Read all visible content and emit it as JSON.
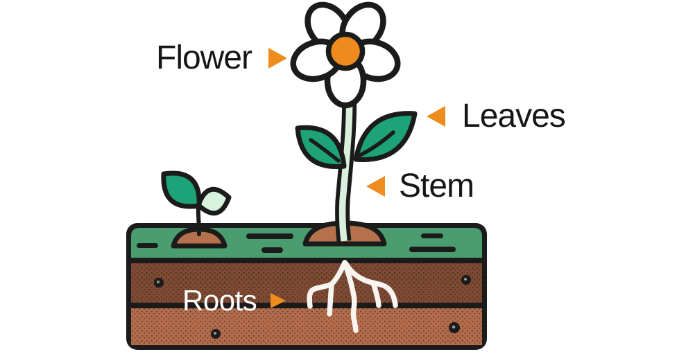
{
  "diagram": {
    "labels": {
      "flower": "Flower",
      "leaves": "Leaves",
      "stem": "Stem",
      "roots": "Roots"
    },
    "colors": {
      "arrow_orange": "#EE8C1E",
      "flower_center_orange": "#EF8B1E",
      "petal_white": "#FFFFFF",
      "leaf_green": "#1EA277",
      "seedling_leaf_light_green": "#D8F2DE",
      "stem_light_green": "#DBF0DC",
      "grass_green": "#4A9D6E",
      "soil_dark_brown": "#7D4B34",
      "soil_light_brown": "#B26C4B",
      "mound_brown": "#B5714C",
      "outline_black": "#1B1B1B",
      "roots_white": "#F8F5F0",
      "label_text_black": "#161616",
      "roots_label_white": "#FFFFFF"
    }
  }
}
